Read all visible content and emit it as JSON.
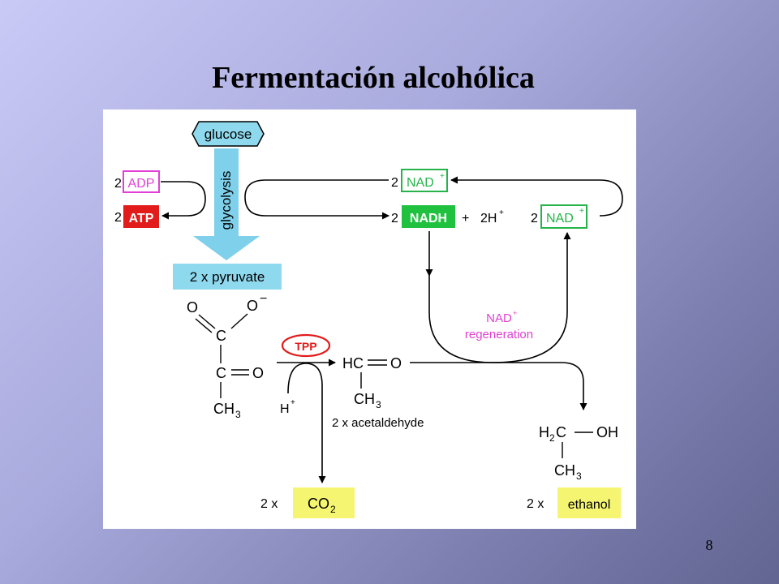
{
  "slide": {
    "title": "Fermentación alcohólica",
    "page_number": "8"
  },
  "diagram": {
    "glucose": "glucose",
    "glycolysis": "glycolysis",
    "adp": {
      "coef": "2",
      "label": "ADP"
    },
    "atp": {
      "coef": "2",
      "label": "ATP"
    },
    "nad_top": {
      "coef": "2",
      "label": "NAD",
      "sup": "+"
    },
    "nadh": {
      "coef": "2",
      "label": "NADH"
    },
    "plus": "+",
    "protons": {
      "label": "2H",
      "sup": "+"
    },
    "nad_right": {
      "coef": "2",
      "label": "NAD",
      "sup": "+"
    },
    "pyruvate": "2  x  pyruvate",
    "regen": {
      "line1": "NAD",
      "sup": "+",
      "line2": "regeneration"
    },
    "tpp": "TPP",
    "pyruvate_struct": {
      "o_left": "O",
      "o_minus": "O",
      "minus": "−",
      "c_carboxyl": "C",
      "c_carbonyl": "C",
      "o_carbonyl": "O",
      "ch": "CH",
      "sub3": "3"
    },
    "h_plus": {
      "label": "H",
      "sup": "+"
    },
    "acetaldehyde_struct": {
      "hc": "HC",
      "o": "O",
      "ch": "CH",
      "sub3": "3"
    },
    "acetaldehyde_label": "2  x  acetaldehyde",
    "ethanol_struct": {
      "h": "H",
      "sub2": "2",
      "c": "C",
      "oh": "OH",
      "ch": "CH",
      "sub3": "3"
    },
    "co2": {
      "coef": "2  x",
      "label": "CO",
      "sub": "2"
    },
    "ethanol": {
      "coef": "2  x",
      "label": "ethanol"
    }
  },
  "colors": {
    "adp": "#e23fd6",
    "atp": "#e21b1b",
    "nad": "#25b34a",
    "nadh": "#1fc13f",
    "glycolysis_arrow": "#7fd0ea",
    "pyruvate_box": "#8fd9ee",
    "regen_text": "#e040d0",
    "tpp": "#e21b1b",
    "product_box": "#f5f571"
  }
}
